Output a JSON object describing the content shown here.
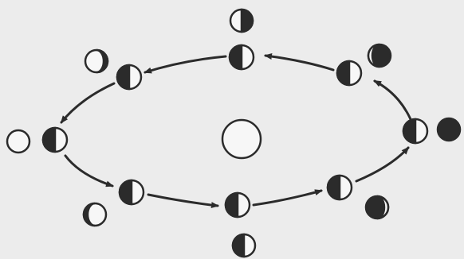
{
  "diagram": {
    "orbit_direction": "counterclockwise",
    "center_body": "earth",
    "colors": {
      "background": "#ececec",
      "ink": "#2b2b2b",
      "light": "#f7f7f7"
    },
    "orbit_positions": [
      {
        "id": "right",
        "phase_seen_from_earth": "new-moon"
      },
      {
        "id": "upper-right",
        "phase_seen_from_earth": "waning-crescent"
      },
      {
        "id": "top",
        "phase_seen_from_earth": "last-quarter"
      },
      {
        "id": "upper-left",
        "phase_seen_from_earth": "waning-gibbous"
      },
      {
        "id": "left",
        "phase_seen_from_earth": "full-moon"
      },
      {
        "id": "lower-left",
        "phase_seen_from_earth": "waxing-gibbous"
      },
      {
        "id": "bottom",
        "phase_seen_from_earth": "first-quarter"
      },
      {
        "id": "lower-right",
        "phase_seen_from_earth": "waxing-crescent"
      }
    ]
  }
}
